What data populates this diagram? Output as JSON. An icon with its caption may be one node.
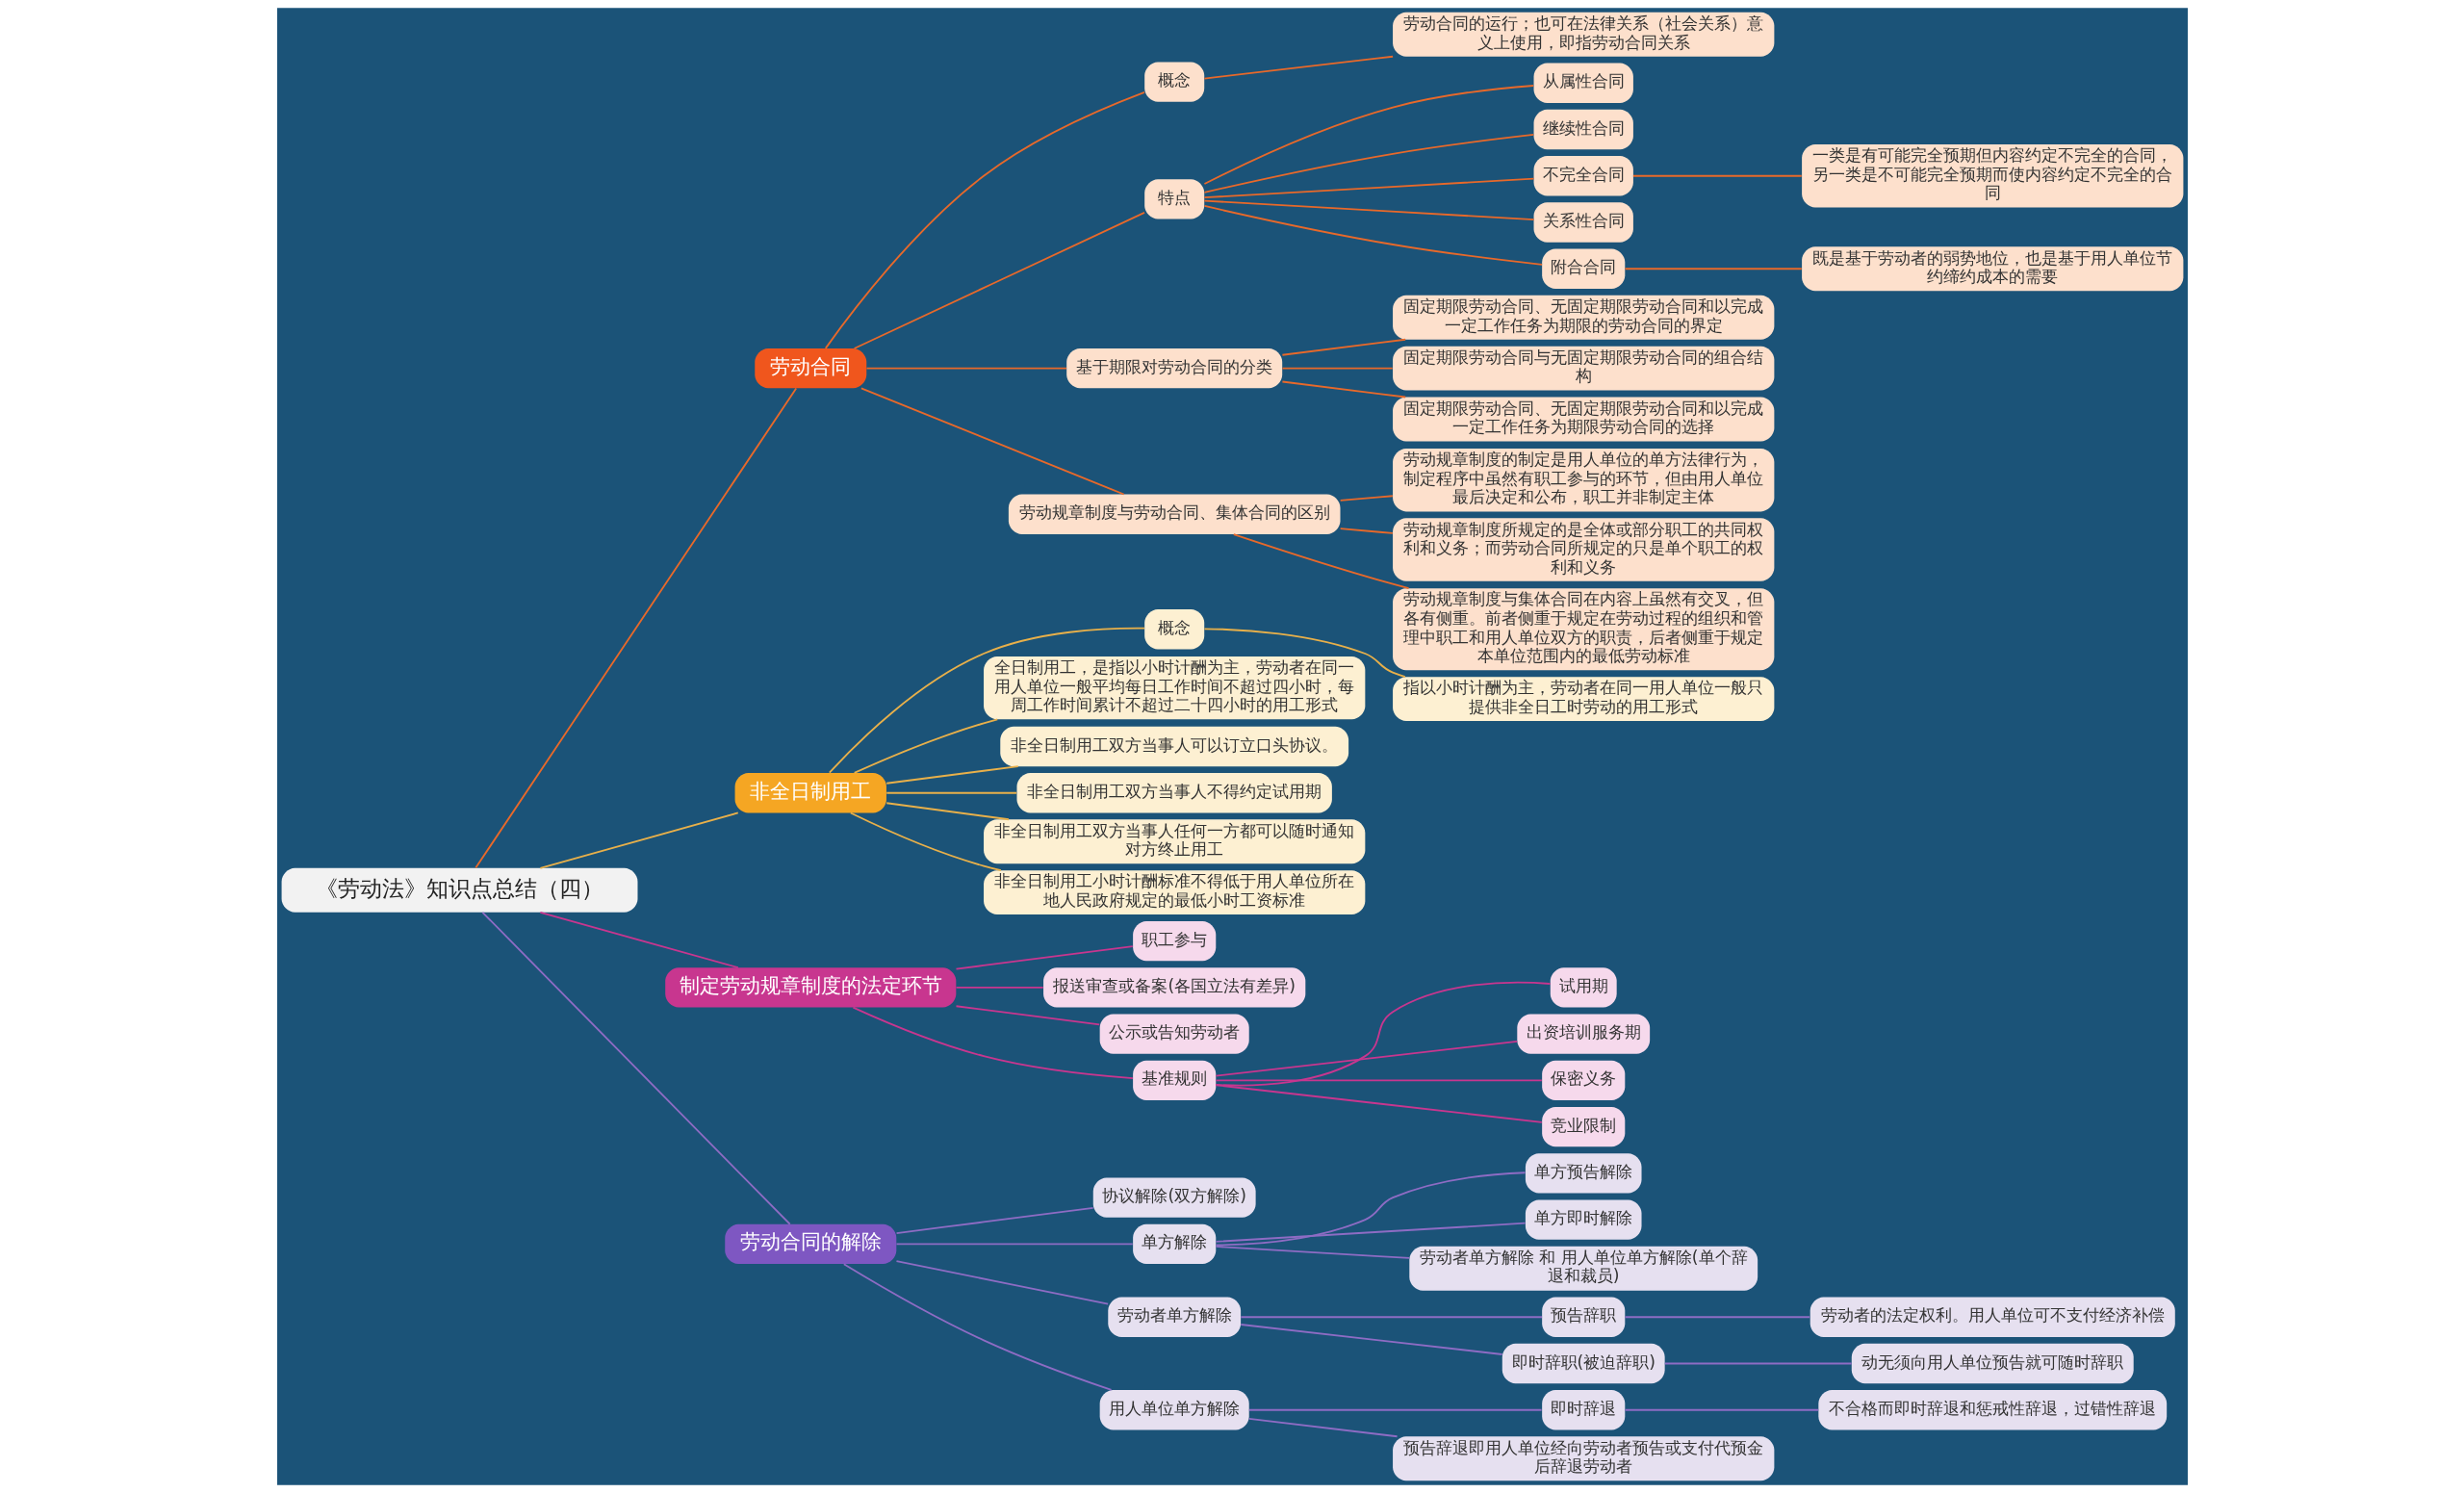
{
  "diagram": {
    "nodes": [
      {
        "text": [
          "《劳动法》知识点总结（四）"
        ]
      },
      {
        "text": [
          "劳动合同"
        ]
      },
      {
        "text": [
          "概念"
        ]
      },
      {
        "text": [
          "劳动合同的运行；也可在法律关系（社会关系）意义上使用，即指劳动合同关系"
        ]
      },
      {
        "text": [
          "特点"
        ]
      },
      {
        "text": [
          "从属性合同"
        ]
      },
      {
        "text": [
          "继续性合同"
        ]
      },
      {
        "text": [
          "不完全合同"
        ]
      },
      {
        "text": [
          "一类是有可能完全预期但内容约定不完全的合同，另一类是不可能完全预期而使内容约定不完全的合同"
        ]
      },
      {
        "text": [
          "关系性合同"
        ]
      },
      {
        "text": [
          "附合合同"
        ]
      },
      {
        "text": [
          "既是基于劳动者的弱势地位，也是基于用人单位节约缔约成本的需要"
        ]
      },
      {
        "text": [
          "基于期限对劳动合同的分类"
        ]
      },
      {
        "text": [
          "固定期限劳动合同、无固定期限劳动合同和以完成一定工作任务为期限的劳动合同的界定"
        ]
      },
      {
        "text": [
          "固定期限劳动合同与无固定期限劳动合同的组合结构"
        ]
      },
      {
        "text": [
          "固定期限劳动合同、无固定期限劳动合同和以完成一定工作任务为期限劳动合同的选择"
        ]
      },
      {
        "text": [
          "劳动规章制度与劳动合同、集体合同的区别"
        ]
      },
      {
        "text": [
          "劳动规章制度的制定是用人单位的单方法律行为，制定程序中虽然有职工参与的环节，但由用人单位最后决定和公布，职工并非制定主体"
        ]
      },
      {
        "text": [
          "劳动规章制度所规定的是全体或部分职工的共同权利和义务；而劳动合同所规定的只是单个职工的权利和义务"
        ]
      },
      {
        "text": [
          "劳动规章制度与集体合同在内容上虽然有交叉，但各有侧重。前者侧重于规定在劳动过程的组织和管理中职工和用人单位双方的职责，后者侧重于规定本单位范围内的最低劳动标准"
        ]
      },
      {
        "text": [
          "非全日制用工"
        ]
      },
      {
        "text": [
          "概念"
        ]
      },
      {
        "text": [
          "指以小时计酬为主，劳动者在同一用人单位一般只提供非全日工时劳动的用工形式"
        ]
      },
      {
        "text": [
          "全日制用工，是指以小时计酬为主，劳动者在同一用人单位一般平均每日工作时间不超过四小时，每周工作时间累计不超过二十四小时的用工形式"
        ]
      },
      {
        "text": [
          "非全日制用工双方当事人可以订立口头协议。"
        ]
      },
      {
        "text": [
          "非全日制用工双方当事人不得约定试用期"
        ]
      },
      {
        "text": [
          "非全日制用工双方当事人任何一方都可以随时通知对方终止用工"
        ]
      },
      {
        "text": [
          "非全日制用工小时计酬标准不得低于用人单位所在地人民政府规定的最低小时工资标准"
        ]
      },
      {
        "text": [
          "制定劳动规章制度的法定环节"
        ]
      },
      {
        "text": [
          "职工参与"
        ]
      },
      {
        "text": [
          "报送审查或备案(各国立法有差异)"
        ]
      },
      {
        "text": [
          "公示或告知劳动者"
        ]
      },
      {
        "text": [
          "基准规则"
        ]
      },
      {
        "text": [
          "试用期"
        ]
      },
      {
        "text": [
          "出资培训服务期"
        ]
      },
      {
        "text": [
          "保密义务"
        ]
      },
      {
        "text": [
          "竞业限制"
        ]
      },
      {
        "text": [
          "劳动合同的解除"
        ]
      },
      {
        "text": [
          "协议解除(双方解除)"
        ]
      },
      {
        "text": [
          "单方解除"
        ]
      },
      {
        "text": [
          "单方预告解除"
        ]
      },
      {
        "text": [
          "单方即时解除"
        ]
      },
      {
        "text": [
          "劳动者单方解除 和 用人单位单方解除(单个辞退和裁员)"
        ]
      },
      {
        "text": [
          "劳动者单方解除"
        ]
      },
      {
        "text": [
          "预告辞职"
        ]
      },
      {
        "text": [
          "劳动者的法定权利。用人单位可不支付经济补偿"
        ]
      },
      {
        "text": [
          "即时辞职(被迫辞职)"
        ]
      },
      {
        "text": [
          "动无须向用人单位预告就可随时辞职"
        ]
      },
      {
        "text": [
          "用人单位单方解除"
        ]
      },
      {
        "text": [
          "即时辞退"
        ]
      },
      {
        "text": [
          "不合格而即时辞退和惩戒性辞退，过错性辞退"
        ]
      },
      {
        "text": [
          "预告辞退即用人单位经向劳动者预告或支付代预金后辞退劳动者"
        ]
      }
    ],
    "edges": [
      {
        "from": 0,
        "to": 1,
        "arrow": "none"
      },
      {
        "from": 1,
        "to": 2,
        "arrow": "none"
      },
      {
        "from": 2,
        "to": 3,
        "arrow": "none"
      },
      {
        "from": 1,
        "to": 4,
        "arrow": "none"
      },
      {
        "from": 4,
        "to": 5,
        "arrow": "none"
      },
      {
        "from": 4,
        "to": 6,
        "arrow": "none"
      },
      {
        "from": 4,
        "to": 7,
        "arrow": "none"
      },
      {
        "from": 7,
        "to": 8,
        "arrow": "none"
      },
      {
        "from": 4,
        "to": 9,
        "arrow": "none"
      },
      {
        "from": 4,
        "to": 10,
        "arrow": "none"
      },
      {
        "from": 10,
        "to": 11,
        "arrow": "none"
      },
      {
        "from": 1,
        "to": 12,
        "arrow": "none"
      },
      {
        "from": 12,
        "to": 13,
        "arrow": "none"
      },
      {
        "from": 12,
        "to": 14,
        "arrow": "none"
      },
      {
        "from": 12,
        "to": 15,
        "arrow": "none"
      },
      {
        "from": 1,
        "to": 16,
        "arrow": "none"
      },
      {
        "from": 16,
        "to": 17,
        "arrow": "none"
      },
      {
        "from": 16,
        "to": 18,
        "arrow": "none"
      },
      {
        "from": 16,
        "to": 19,
        "arrow": "none"
      },
      {
        "from": 0,
        "to": 20,
        "arrow": "none",
        "color": "#e8b04a"
      },
      {
        "from": 20,
        "to": 21,
        "arrow": "none",
        "color": "#e8b04a"
      },
      {
        "from": 21,
        "to": 22,
        "arrow": "none",
        "color": "#e8b04a"
      },
      {
        "from": 20,
        "to": 23,
        "arrow": "none",
        "color": "#e8b04a"
      },
      {
        "from": 20,
        "to": 24,
        "arrow": "none",
        "color": "#e8b04a"
      },
      {
        "from": 20,
        "to": 25,
        "arrow": "none",
        "color": "#e8b04a"
      },
      {
        "from": 20,
        "to": 26,
        "arrow": "none",
        "color": "#e8b04a"
      },
      {
        "from": 20,
        "to": 27,
        "arrow": "none",
        "color": "#e8b04a"
      },
      {
        "from": 0,
        "to": 28,
        "arrow": "none",
        "color": "#c8368f"
      },
      {
        "from": 28,
        "to": 29,
        "arrow": "none",
        "color": "#c8368f"
      },
      {
        "from": 28,
        "to": 30,
        "arrow": "none",
        "color": "#c8368f"
      },
      {
        "from": 28,
        "to": 31,
        "arrow": "none",
        "color": "#c8368f"
      },
      {
        "from": 28,
        "to": 32,
        "arrow": "none",
        "color": "#c8368f"
      },
      {
        "from": 32,
        "to": 33,
        "arrow": "none",
        "color": "#c8368f"
      },
      {
        "from": 32,
        "to": 34,
        "arrow": "none",
        "color": "#c8368f"
      },
      {
        "from": 32,
        "to": 35,
        "arrow": "none",
        "color": "#c8368f"
      },
      {
        "from": 32,
        "to": 36,
        "arrow": "none",
        "color": "#c8368f"
      },
      {
        "from": 0,
        "to": 37,
        "arrow": "none",
        "color": "#8e6cc4"
      },
      {
        "from": 37,
        "to": 38,
        "arrow": "none",
        "color": "#8e6cc4"
      },
      {
        "from": 37,
        "to": 39,
        "arrow": "none",
        "color": "#8e6cc4"
      },
      {
        "from": 39,
        "to": 40,
        "arrow": "none",
        "color": "#8e6cc4"
      },
      {
        "from": 39,
        "to": 41,
        "arrow": "none",
        "color": "#8e6cc4"
      },
      {
        "from": 39,
        "to": 42,
        "arrow": "none",
        "color": "#8e6cc4"
      },
      {
        "from": 37,
        "to": 43,
        "arrow": "none",
        "color": "#8e6cc4"
      },
      {
        "from": 43,
        "to": 44,
        "arrow": "none",
        "color": "#8e6cc4"
      },
      {
        "from": 44,
        "to": 45,
        "arrow": "none",
        "color": "#8e6cc4"
      },
      {
        "from": 43,
        "to": 46,
        "arrow": "none",
        "color": "#8e6cc4"
      },
      {
        "from": 46,
        "to": 47,
        "arrow": "none",
        "color": "#8e6cc4"
      },
      {
        "from": 37,
        "to": 48,
        "arrow": "none",
        "color": "#8e6cc4"
      },
      {
        "from": 48,
        "to": 49,
        "arrow": "none",
        "color": "#8e6cc4"
      },
      {
        "from": 49,
        "to": 50,
        "arrow": "none",
        "color": "#8e6cc4"
      },
      {
        "from": 48,
        "to": 51,
        "arrow": "none",
        "color": "#8e6cc4"
      }
    ]
  }
}
